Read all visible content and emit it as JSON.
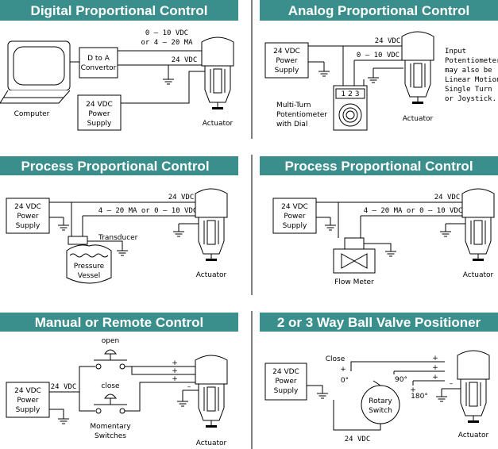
{
  "panels": {
    "digital": {
      "title": "Digital Proportional Control",
      "signal_line1": "0 – 10 VDC",
      "signal_line2": "or 4 – 20 MA",
      "power": "24 VDC",
      "converter": [
        "D to A",
        "Convertor"
      ],
      "computer": "Computer",
      "supply": [
        "24 VDC",
        "Power",
        "Supply"
      ],
      "actuator": "Actuator"
    },
    "analog": {
      "title": "Analog Proportional Control",
      "power": "24 VDC",
      "signal": "0 – 10 VDC",
      "supply": [
        "24 VDC",
        "Power",
        "Supply"
      ],
      "dial_digits": "1 2 3",
      "pot_label": [
        "Multi-Turn",
        "Potentiometer",
        "with Dial"
      ],
      "note": [
        "Input",
        "Potentiometer",
        "may also be",
        "Linear Motion,",
        "Single Turn",
        "or Joystick."
      ],
      "actuator": "Actuator"
    },
    "process1": {
      "title": "Process Proportional Control",
      "power": "24 VDC",
      "signal": "4 – 20 MA or 0 – 10 VDC",
      "supply": [
        "24 VDC",
        "Power",
        "Supply"
      ],
      "transducer": "Transducer",
      "vessel": [
        "Pressure",
        "Vessel"
      ],
      "actuator": "Actuator"
    },
    "process2": {
      "title": "Process Proportional Control",
      "power": "24 VDC",
      "signal": "4 – 20 MA or 0 – 10 VDC",
      "supply": [
        "24 VDC",
        "Power",
        "Supply"
      ],
      "flow_meter": "Flow Meter",
      "actuator": "Actuator"
    },
    "manual": {
      "title": "Manual or Remote Control",
      "open": "open",
      "close": "close",
      "power": "24 VDC",
      "supply": [
        "24 VDC",
        "Power",
        "Supply"
      ],
      "switches": [
        "Momentary",
        "Switches"
      ],
      "plus": "+",
      "minus": "–",
      "actuator": "Actuator"
    },
    "ballvalve": {
      "title": "2 or 3 Way Ball Valve Positioner",
      "close": "Close",
      "plus": "+",
      "minus": "–",
      "deg0": "0°",
      "deg90": "90°",
      "deg180": "180°",
      "supply": [
        "24 VDC",
        "Power",
        "Supply"
      ],
      "rotary": [
        "Rotary",
        "Switch"
      ],
      "power": "24 VDC",
      "actuator": "Actuator"
    }
  }
}
